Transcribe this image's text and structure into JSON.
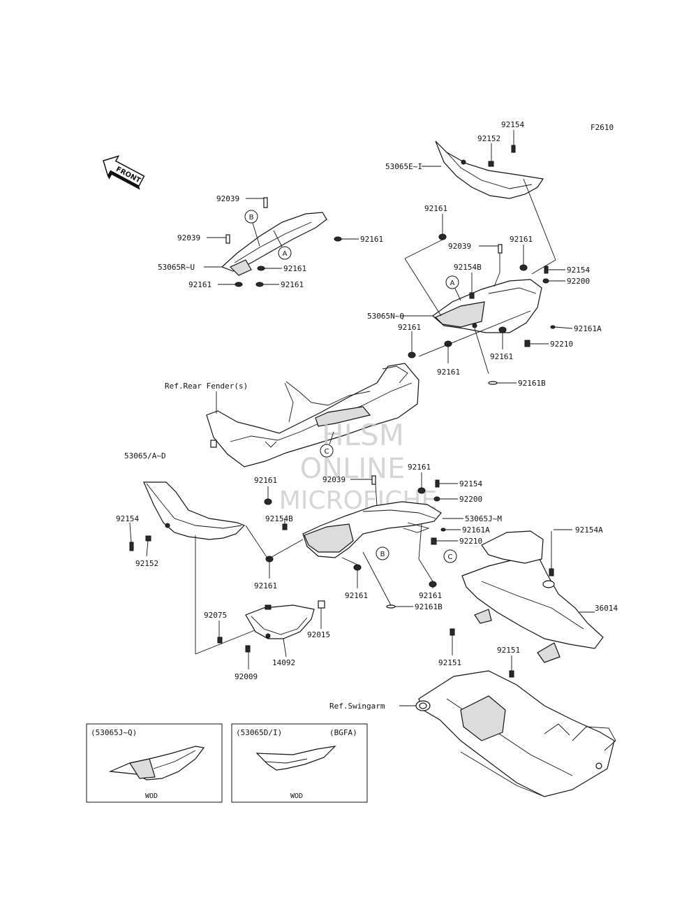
{
  "figure_code": "F2610",
  "front_arrow": "FRONT",
  "watermark": {
    "line1": "HLSM",
    "line2": "ONLINE",
    "line3": "MICROFICHE"
  },
  "callouts": {
    "a": "A",
    "b": "B",
    "c": "C"
  },
  "labels": {
    "p92154_top": "92154",
    "p92152_top": "92152",
    "p53065E_I": "53065E~I",
    "p92161_a": "92161",
    "p92039_a": "92039",
    "p92039_b": "92039",
    "p92161_b": "92161",
    "p53065R_U": "53065R~U",
    "p92161_c": "92161",
    "p92161_d": "92161",
    "p92161_e": "92161",
    "p92039_c": "92039",
    "p92161_f": "92161",
    "p92154B_a": "92154B",
    "p92154_b": "92154",
    "p92200_a": "92200",
    "p53065N_Q": "53065N~Q",
    "p92161A_a": "92161A",
    "p92161_g": "92161",
    "p92210_a": "92210",
    "p92161_h": "92161",
    "p92161_i": "92161",
    "p92161B_a": "92161B",
    "ref_rear_fender": "Ref.Rear Fender(s)",
    "p53065A_D": "53065/A~D",
    "p92161_j": "92161",
    "p92039_d": "92039",
    "p92161_k": "92161",
    "p92154_c": "92154",
    "p92200_b": "92200",
    "p53065J_M": "53065J~M",
    "p92154B_b": "92154B",
    "p92161A_b": "92161A",
    "p92210_b": "92210",
    "p92154_d": "92154",
    "p92152_b": "92152",
    "p92161_l": "92161",
    "p92161_m": "92161",
    "p92161_n": "92161",
    "p92161B_b": "92161B",
    "p92154A": "92154A",
    "p36014": "36014",
    "p92075": "92075",
    "p92015": "92015",
    "p14092": "14092",
    "p92009": "92009",
    "p92151_a": "92151",
    "p92151_b": "92151",
    "ref_swingarm": "Ref.Swingarm"
  },
  "inset_left": {
    "title": "(53065J~Q)",
    "caption": "WOD"
  },
  "inset_right": {
    "title": "(53065D/I)",
    "variant": "(BGFA)",
    "caption": "WOD"
  }
}
